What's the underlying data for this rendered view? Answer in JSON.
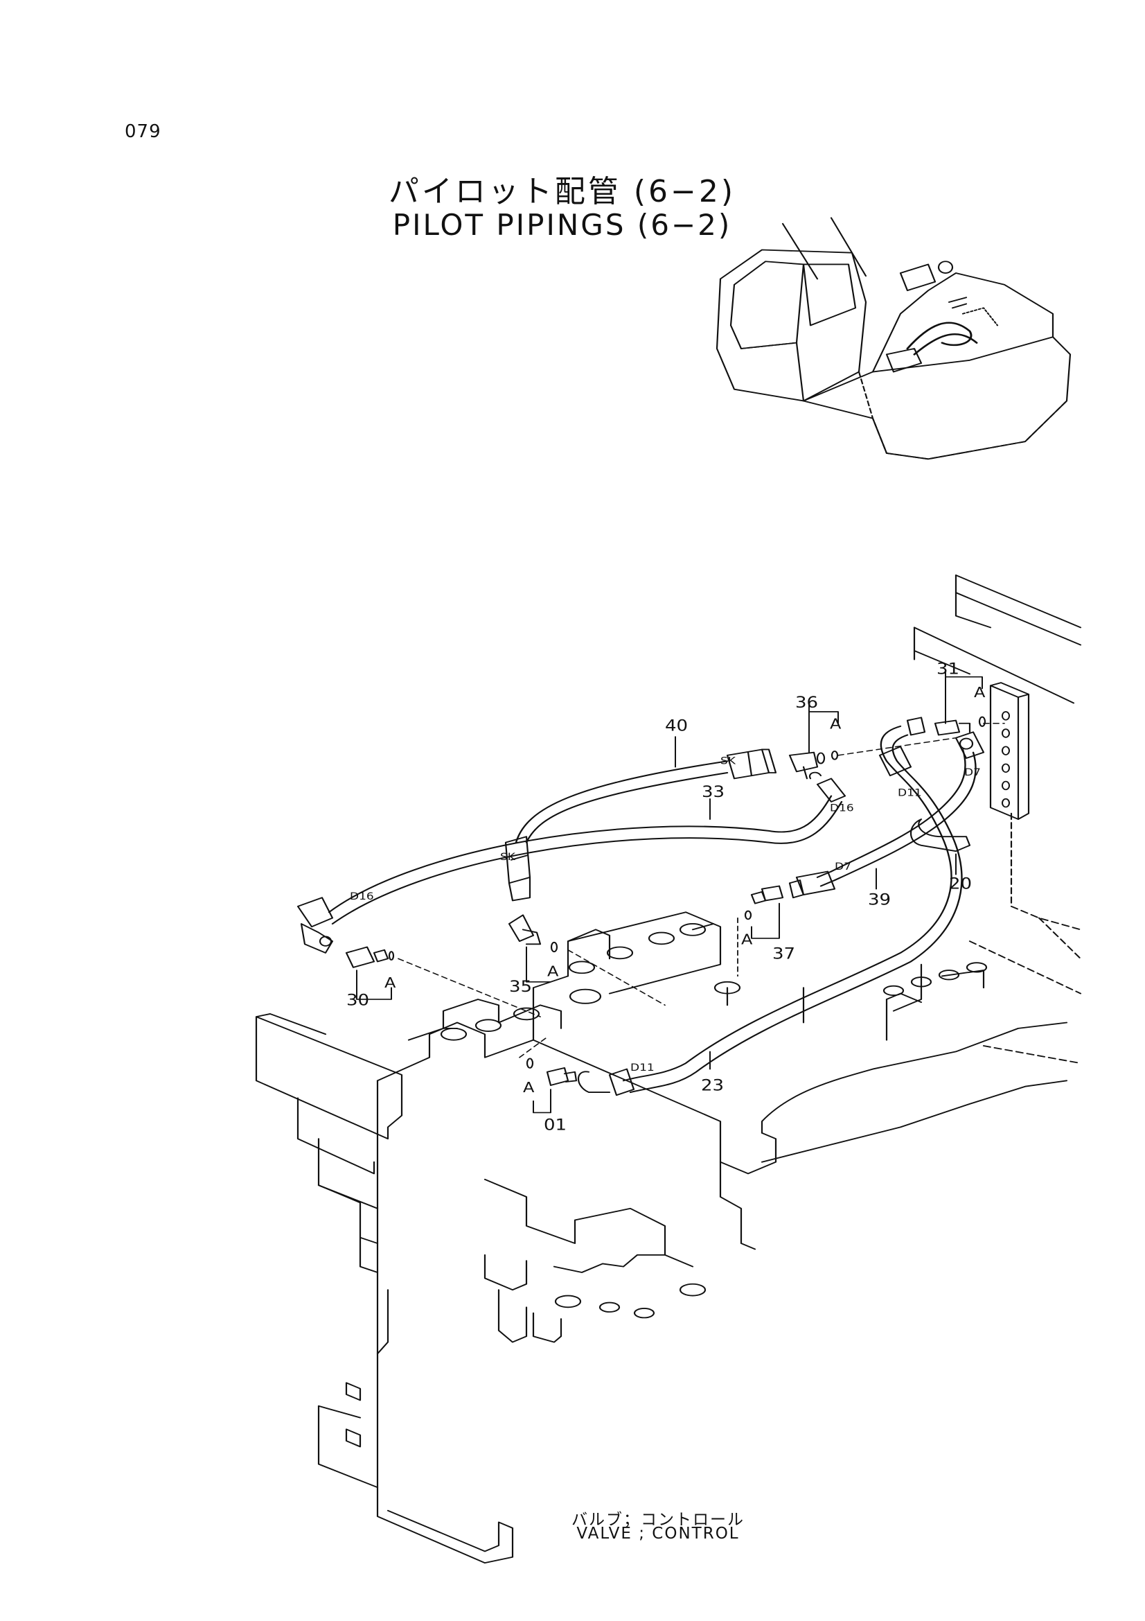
{
  "page_number": "079",
  "title": {
    "japanese": "パイロット配管 (6−2)",
    "english": "PILOT PIPINGS (6−2)"
  },
  "part_labels": {
    "p01": "01",
    "p20": "20",
    "p23": "23",
    "p30": "30",
    "p31": "31",
    "p33": "33",
    "p35": "35",
    "p36": "36",
    "p37": "37",
    "p39": "39",
    "p40": "40"
  },
  "detail_marks": {
    "a_30": "A",
    "a_31": "A",
    "a_35": "A",
    "a_36": "A",
    "a_37": "A",
    "a_01": "A"
  },
  "fitting_codes": {
    "d16_left": "D16",
    "d16_right": "D16",
    "d11_upper": "D11",
    "d11_lower": "D11",
    "d7_upper": "D7",
    "d7_lower": "D7",
    "sk_upper": "SK",
    "sk_lower": "SK"
  },
  "component_caption": {
    "japanese": "バルブ；コントロール",
    "english": "VALVE ; CONTROL"
  }
}
